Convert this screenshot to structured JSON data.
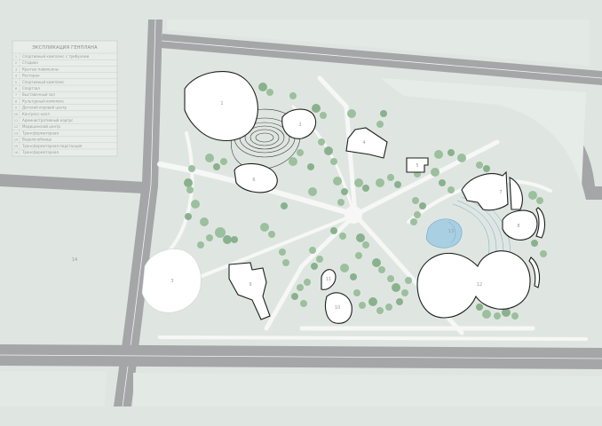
{
  "legend": {
    "title": "ЭКСПЛИКАЦИЯ ГЕНПЛАНА",
    "items": [
      {
        "num": "1",
        "text": "Спортивный комплекс с трибунами"
      },
      {
        "num": "2",
        "text": "Стадион"
      },
      {
        "num": "3",
        "text": "Крытые павильоны"
      },
      {
        "num": "4",
        "text": "Ресторан"
      },
      {
        "num": "5",
        "text": "Спортивный комплекс"
      },
      {
        "num": "6",
        "text": "Спортзал"
      },
      {
        "num": "7",
        "text": "Выставочный зал"
      },
      {
        "num": "8",
        "text": "Культурный комплекс"
      },
      {
        "num": "9",
        "text": "Детский игровой центр"
      },
      {
        "num": "10",
        "text": "Конгресс-холл"
      },
      {
        "num": "11",
        "text": "Административный корпус"
      },
      {
        "num": "12",
        "text": "Медицинский центр"
      },
      {
        "num": "13",
        "text": "Трансформаторная"
      },
      {
        "num": "14",
        "text": "Водолечебница"
      },
      {
        "num": "15",
        "text": "Трансформаторная подстанция"
      },
      {
        "num": "16",
        "text": "Трансформаторная"
      }
    ]
  },
  "buildings": [
    {
      "id": "1",
      "label": "1"
    },
    {
      "id": "2",
      "label": "2"
    },
    {
      "id": "3",
      "label": "3"
    },
    {
      "id": "4",
      "label": "4"
    },
    {
      "id": "5",
      "label": "5"
    },
    {
      "id": "6",
      "label": "6"
    },
    {
      "id": "7",
      "label": "7"
    },
    {
      "id": "8",
      "label": "8"
    },
    {
      "id": "9",
      "label": "9"
    },
    {
      "id": "10",
      "label": "10"
    },
    {
      "id": "11",
      "label": "11"
    },
    {
      "id": "12",
      "label": "12"
    },
    {
      "id": "13",
      "label": "13"
    },
    {
      "id": "14",
      "label": "14"
    }
  ],
  "colors": {
    "ground": "#dfe6e1",
    "road": "#a4a6a7",
    "road_line": "#f4f4f4",
    "path": "#f6f7f6",
    "building": "#ffffff",
    "outline": "#1e1e1e",
    "tree": "#9cbf9e",
    "tree_dark": "#8ab18d",
    "water": "#a9cfe2",
    "water_line": "#6fa9c9"
  }
}
